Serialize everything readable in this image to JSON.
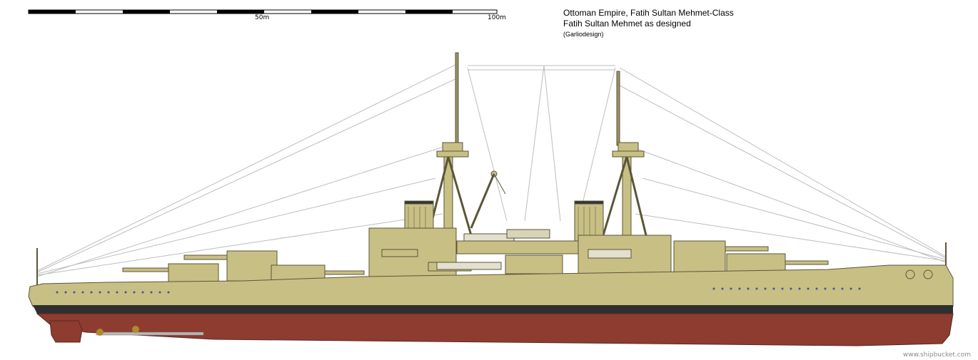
{
  "scale": {
    "mid_label": "50m",
    "end_label": "100m"
  },
  "title": {
    "line1": "Ottoman Empire, Fatih Sultan Mehmet-Class",
    "line2": "Fatih Sultan Mehmet as designed",
    "credit": "(Garliodesign)"
  },
  "watermark": "www.shipbucket.com",
  "colors": {
    "hull_upper": "#c8bf85",
    "hull_lower": "#8e3b30",
    "boot_top": "#2f2f2f",
    "superstructure": "#c8bf85",
    "outline": "#5a5638",
    "scuttle": "#3c5a8a",
    "rigging": "#bdbdbd"
  }
}
